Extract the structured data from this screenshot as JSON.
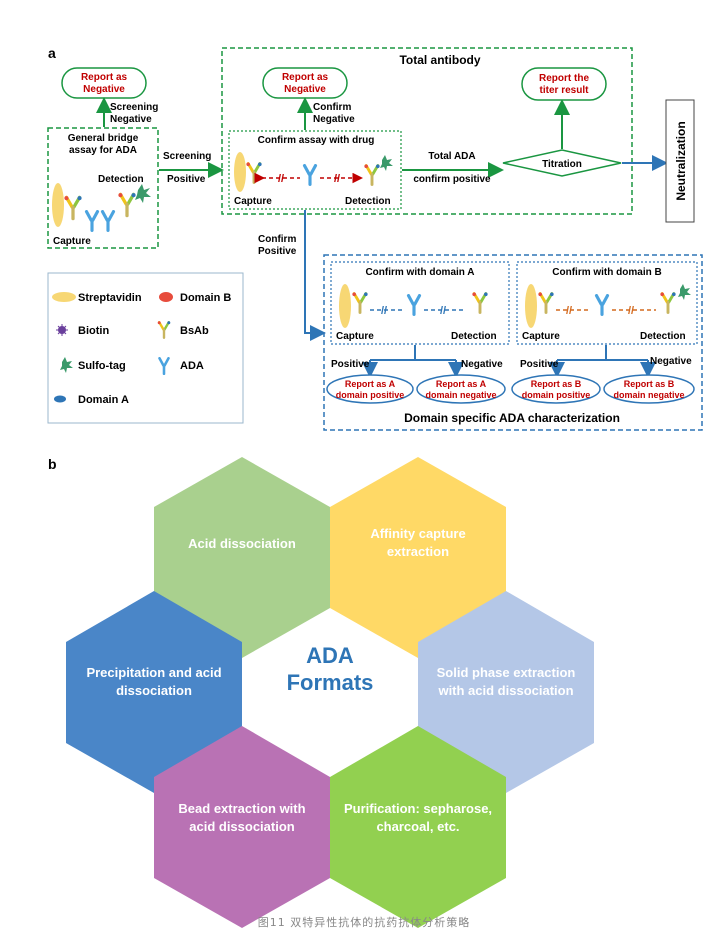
{
  "panel_a": {
    "label": "a",
    "general_assay": {
      "title_line1": "General bridge",
      "title_line2": "assay for ADA",
      "detection": "Detection",
      "capture": "Capture"
    },
    "report_negative_left": {
      "line1": "Report as",
      "line2": "Negative"
    },
    "screening_negative": {
      "line1": "Screening",
      "line2": "Negative"
    },
    "screening_positive": {
      "line1": "Screening",
      "line2": "Positive"
    },
    "total_antibody": {
      "title": "Total antibody",
      "report_negative": {
        "line1": "Report as",
        "line2": "Negative"
      },
      "confirm_negative": {
        "line1": "Confirm",
        "line2": "Negative"
      },
      "confirm_assay_title": "Confirm assay with drug",
      "capture": "Capture",
      "detection": "Detection",
      "total_ada": {
        "line1": "Total ADA",
        "line2": "confirm positive"
      },
      "titration": "Titration",
      "report_titer": {
        "line1": "Report the",
        "line2": "titer result"
      }
    },
    "neutralization": "Neutralization",
    "confirm_positive": {
      "line1": "Confirm",
      "line2": "Positive"
    },
    "legend": {
      "items": [
        {
          "label": "Streptavidin",
          "icon": "streptavidin-icon"
        },
        {
          "label": "Domain B",
          "icon": "domain-b-icon"
        },
        {
          "label": "Biotin",
          "icon": "biotin-icon"
        },
        {
          "label": "BsAb",
          "icon": "bsab-icon"
        },
        {
          "label": "Sulfo-tag",
          "icon": "sulfo-tag-icon"
        },
        {
          "label": "ADA",
          "icon": "ada-icon"
        },
        {
          "label": "Domain A",
          "icon": "domain-a-icon"
        }
      ]
    },
    "domain": {
      "domain_a_title": "Confirm with domain A",
      "domain_b_title": "Confirm with domain B",
      "capture": "Capture",
      "detection": "Detection",
      "positive": "Positive",
      "negative": "Negative",
      "report_a_pos": {
        "line1": "Report as A",
        "line2": "domain positive"
      },
      "report_a_neg": {
        "line1": "Report as A",
        "line2": "domain negative"
      },
      "report_b_pos": {
        "line1": "Report as B",
        "line2": "domain positive"
      },
      "report_b_neg": {
        "line1": "Report as B",
        "line2": "domain negative"
      },
      "section_title": "Domain specific ADA characterization"
    }
  },
  "panel_b": {
    "label": "b",
    "center": {
      "line1": "ADA",
      "line2": "Formats"
    },
    "hexagons": [
      {
        "id": "acid",
        "line1": "Acid dissociation",
        "line2": "",
        "color": "#a9d08e"
      },
      {
        "id": "affinity",
        "line1": "Affinity capture",
        "line2": "extraction",
        "color": "#ffd966"
      },
      {
        "id": "precip",
        "line1": "Precipitation and acid",
        "line2": "dissociation",
        "color": "#4a86c8"
      },
      {
        "id": "solid",
        "line1": "Solid phase extraction",
        "line2": "with acid dissociation",
        "color": "#b4c7e7"
      },
      {
        "id": "bead",
        "line1": "Bead extraction with",
        "line2": "acid dissociation",
        "color": "#b972b4"
      },
      {
        "id": "purif",
        "line1": "Purification: sepharose,",
        "line2": "charcoal, etc.",
        "color": "#92d050"
      }
    ]
  },
  "caption": "图11 双特异性抗体的抗药抗体分析策略",
  "colors": {
    "green": "#1a9641",
    "blue": "#2e75b6",
    "red": "#c00000",
    "center_text": "#2e75b6"
  }
}
